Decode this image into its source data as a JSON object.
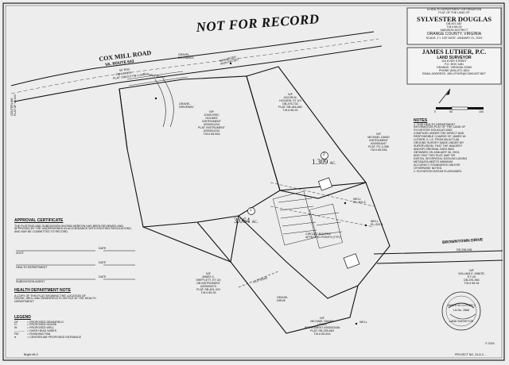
{
  "title": "NOT FOR RECORD",
  "title_block": {
    "header_lines": [
      "A HEALTH DEPARTMENT INFORMATION",
      "PLAT OF THE LAND OF"
    ],
    "owner": "SYLVESTER DOUGLAS",
    "owner_refs": [
      "DB-507-487",
      "T.M.# 65-93"
    ],
    "district": "MADISON DISTRICT",
    "county": "ORANGE COUNTY, VIRGINIA",
    "scale_date": "SCALE: 1\"= 100' DATE: JANUARY 21, 2024",
    "surveyor": "JAMES LUTHER, P.C.",
    "surveyor_sub": "LAND SURVEYOR",
    "address_lines": [
      "104 EVER STREET",
      "P.O. BOX 1481",
      "ORANGE, VIRGINIA 22960",
      "PHONE (540) 672-1824",
      "EMAIL ADDRESS: JWLUTHER@COMCAST.NET"
    ],
    "scale_labels": [
      "0",
      "50",
      "100"
    ]
  },
  "notes": {
    "heading": "NOTES",
    "lines": [
      "1. THIS HEALTH DEPARTMENT",
      "INFORMATION PLAT OF THE LAND OF",
      "SYLVESTER DOUGLAS WAS",
      "COMPILED UNDER THE DIRECT AND",
      "RESPONSIBLE CHARGE OF JAMES W.",
      "LUTHER, II, LS, FROM AN ACTUAL",
      "GROUND SURVEY MADE UNDER MY",
      "SUPERVISION; THAT THE IMAGERY",
      "AND/OR ORIGINAL DATA WAS",
      "OBTAINED ON JANUARY 08, 2024,",
      "AND THAT THIS PLAT, MAP OR",
      "DIGITAL GEOSPATIAL DATA INCLUDING",
      "METADATA MEETS MINIMUM",
      "ACCURACY STANDARDS UNLESS",
      "OTHERWISE NOTED.",
      "2. ELEVATION DATUM IS ASSUMED."
    ]
  },
  "road_labels": {
    "cox_mill_road": "COX MILL ROAD",
    "route": "VA. ROUTE 643",
    "route_width": "50' R/W",
    "route_ref": "DB-137-257",
    "route_plat": "PLAT: SINGLE PB-1-226",
    "gravel_entrance": "GRAVEL\nENTRANCE",
    "asphalt_road": "ASPHALT ROAD",
    "gravel_driveway": "GRAVEL\nDRIVEWAY",
    "gas_meter": "GAS METER\nIRON PIN SET",
    "left_margin_label": "CENTERLINE\nFLAT OF VA 643",
    "browntown_drive": "BROWNTOWN DRIVE",
    "browntown_ref": "DB-298-098",
    "old_road": "OLD ROAD",
    "gravel_drive_lower": "GRAVEL\nDRIVE"
  },
  "parcels": [
    {
      "id": "1",
      "area": "3.064",
      "unit": "AC."
    },
    {
      "id": "2",
      "area": "1.309",
      "unit": "AC."
    }
  ],
  "adjoiners": [
    {
      "id": "adj-top-center",
      "lines": [
        "N/F",
        "JACOB M.",
        "HOLDEN, ET UX",
        "DB-476-733",
        "PLAT: DB-464-662",
        "T.M.# 65-92"
      ]
    },
    {
      "id": "adj-upper-left",
      "lines": [
        "N/F",
        "JOHN ERIC",
        "HOLMES",
        "INSTRUMENT",
        "#200001234",
        "PLAT: INSTRUMENT",
        "#200001234",
        "T.M.# 65-90A"
      ]
    },
    {
      "id": "adj-right-mid",
      "lines": [
        "N/F",
        "MICHAEL DAVID",
        "INSTRUMENT",
        "#200004447",
        "PLAT: PC-3-356",
        "T.M.# 65-93A"
      ]
    },
    {
      "id": "adj-lower-left",
      "lines": [
        "N/F",
        "JAMES C.",
        "SHIFFLETT, ET UX",
        "DB INSTRUMENT",
        "#200000070",
        "PLAT: DB-601-324",
        "T.M.# 65-93"
      ]
    },
    {
      "id": "adj-bottom-center",
      "lines": [
        "N/F",
        "MICHAEL SHANE",
        "LEWIS",
        "INSTRUMENT #200003446",
        "PLAT: DB-299-663",
        "T.M.# 65-92A"
      ]
    },
    {
      "id": "adj-bottom-right",
      "lines": [
        "N/F",
        "WILLIAM E. MINOR,",
        "ET UX",
        "DB-291-984",
        "T.M.# 65-94"
      ]
    }
  ],
  "site_labels": {
    "well_1": "WELL\nEL=301.6",
    "well_2": "WELL\nEL=301.4",
    "well_3": "WELL",
    "drainfield": "CIRCLED ROUTES\nAFFECTED POINTS (TYP.)"
  },
  "approval": {
    "heading": "APPROVAL CERTIFICATE",
    "text": "THE PLATTING AND SUBDIVISION SHOWN HEREON HAS BEEN REVIEWED AND APPROVED BY THE UNDERSIGNED IN ACCORDANCE WITH EXISTING REGULATIONS, AND MAY BE COMMITTED TO RECORD.",
    "rows": [
      {
        "label": "VDOT",
        "date": "DATE"
      },
      {
        "label": "HEALTH DEPARTMENT",
        "date": "DATE"
      },
      {
        "label": "SUBDIVISION AGENT",
        "date": "DATE"
      }
    ]
  },
  "health_note": {
    "heading": "HEALTH DEPARTMENT NOTE",
    "text": "A COPY OF THIS PLAT SHOWING THE LOCATION OF HOUSE, WELL AND DRAINFIELD IS ON FILE AT THE HEALTH DEPARTMENT."
  },
  "legend": {
    "heading": "LEGEND",
    "items": [
      {
        "symbol": "DF",
        "text": "= PROPOSED DRAINFIELD"
      },
      {
        "symbol": "H",
        "text": "= PROPOSED HOUSE"
      },
      {
        "symbol": "W",
        "text": "= PROPOSED WELL"
      },
      {
        "symbol": "— — —",
        "text": "= OVER HEAD WIRES"
      },
      {
        "symbol": "FIE",
        "text": "= FINISHING PAN"
      },
      {
        "symbol": "●",
        "text": "= CENTERLINE PROPOSED ENTRANCE"
      }
    ]
  },
  "seal": {
    "name": "JAMES W. LUTHER II",
    "number": "Lic No. 2866",
    "title": "LAND SURVEYOR"
  },
  "copyright": "© 2024",
  "footer_left": "Bright MLS",
  "footer_right": "PROJECT NO. 24-A-0 …"
}
